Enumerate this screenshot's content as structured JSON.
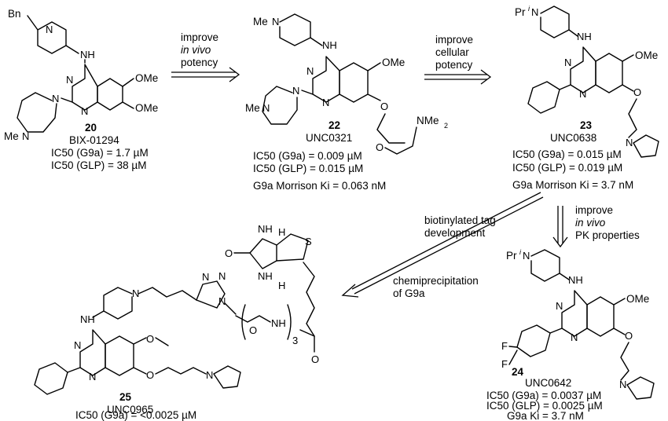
{
  "compounds": [
    {
      "number": "20",
      "name": "BIX-01294",
      "data": [
        "IC50 (G9a) = 1.7 µM",
        "IC50 (GLP) = 38 µM"
      ]
    },
    {
      "number": "22",
      "name": "UNC0321",
      "data": [
        "IC50 (G9a) =  0.009 µM",
        "IC50 (GLP) =  0.015 µM",
        "G9a Morrison Ki = 0.063 nM"
      ]
    },
    {
      "number": "23",
      "name": "UNC0638",
      "data": [
        "IC50 (G9a) =  0.015 µM",
        "IC50 (GLP) =  0.019 µM",
        "G9a Morrison Ki = 3.7 nM"
      ]
    },
    {
      "number": "24",
      "name": "UNC0642",
      "data": [
        "IC50 (G9a) =  0.0037 µM",
        "IC50 (GLP) =  0.0025 µM",
        "G9a Ki = 3.7 nM"
      ]
    },
    {
      "number": "25",
      "name": "UNC0965",
      "data": [
        "IC50 (G9a) =  <0.0025 µM"
      ]
    }
  ],
  "arrows": {
    "a1": [
      "improve",
      "in vivo",
      "potency"
    ],
    "a2": [
      "improve",
      "cellular",
      "potency"
    ],
    "a3": [
      "improve",
      "in vivo",
      "PK properties"
    ],
    "a4_top": [
      "biotinylated tag",
      "development"
    ],
    "a4_bottom": [
      "chemiprecipitation",
      "of G9a"
    ]
  },
  "atoms": {
    "bn": "Bn",
    "n": "N",
    "nh": "NH",
    "h": "H",
    "s": "S",
    "o": "O",
    "me": "Me",
    "ome": "OMe",
    "pri": "Pr",
    "f": "F",
    "nme2": "NMe",
    "sub2": "2",
    "subi": "i",
    "three": "3"
  }
}
